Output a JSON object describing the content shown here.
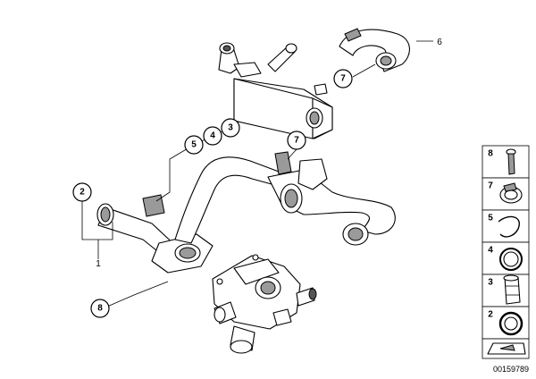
{
  "callouts": {
    "c6_top": "6",
    "c7_top": "7",
    "c5": "5",
    "c4": "4",
    "c3": "3",
    "c7_mid": "7",
    "c2": "2",
    "c8": "8"
  },
  "plain_labels": {
    "label_6": "6",
    "label_1": "1"
  },
  "legend": [
    "8",
    "7",
    "5",
    "4",
    "3",
    "2"
  ],
  "drawing_id": "00159789"
}
